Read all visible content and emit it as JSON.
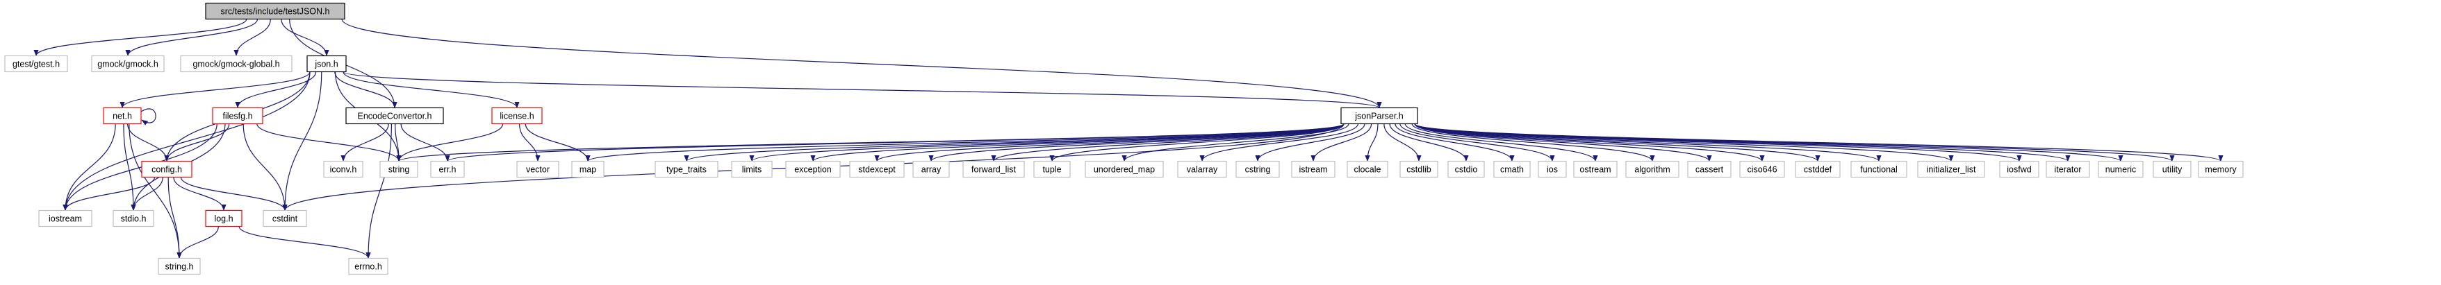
{
  "graph": {
    "root": "src/tests/include/testJSON.h",
    "colors": {
      "edge": "#191970",
      "root_fill": "#bfbfbf",
      "linked_border": "#000000",
      "unlinked_border": "#bfbfbf",
      "incomplete_border": "#ff0000",
      "fill": "#ffffff"
    },
    "nodes": [
      {
        "id": "root",
        "label": "src/tests/include/testJSON.h",
        "kind": "root"
      },
      {
        "id": "gtest",
        "label": "gtest/gtest.h",
        "kind": "external"
      },
      {
        "id": "gmock",
        "label": "gmock/gmock.h",
        "kind": "external"
      },
      {
        "id": "gmockglobal",
        "label": "gmock/gmock-global.h",
        "kind": "external"
      },
      {
        "id": "json",
        "label": "json.h",
        "kind": "linked"
      },
      {
        "id": "jsonparser",
        "label": "jsonParser.h",
        "kind": "linked"
      },
      {
        "id": "net",
        "label": "net.h",
        "kind": "incomplete"
      },
      {
        "id": "filesfg",
        "label": "filesfg.h",
        "kind": "incomplete"
      },
      {
        "id": "encode",
        "label": "EncodeConvertor.h",
        "kind": "linked"
      },
      {
        "id": "license",
        "label": "license.h",
        "kind": "incomplete"
      },
      {
        "id": "config",
        "label": "config.h",
        "kind": "incomplete"
      },
      {
        "id": "log",
        "label": "log.h",
        "kind": "incomplete"
      },
      {
        "id": "iostream",
        "label": "iostream",
        "kind": "external"
      },
      {
        "id": "stdio",
        "label": "stdio.h",
        "kind": "external"
      },
      {
        "id": "cstdint",
        "label": "cstdint",
        "kind": "external"
      },
      {
        "id": "stringh",
        "label": "string.h",
        "kind": "external"
      },
      {
        "id": "errno",
        "label": "errno.h",
        "kind": "external"
      },
      {
        "id": "iconv",
        "label": "iconv.h",
        "kind": "external"
      },
      {
        "id": "string",
        "label": "string",
        "kind": "external"
      },
      {
        "id": "err",
        "label": "err.h",
        "kind": "external"
      },
      {
        "id": "vector",
        "label": "vector",
        "kind": "external"
      },
      {
        "id": "map",
        "label": "map",
        "kind": "external"
      },
      {
        "id": "type_traits",
        "label": "type_traits",
        "kind": "external"
      },
      {
        "id": "limits",
        "label": "limits",
        "kind": "external"
      },
      {
        "id": "exception",
        "label": "exception",
        "kind": "external"
      },
      {
        "id": "stdexcept",
        "label": "stdexcept",
        "kind": "external"
      },
      {
        "id": "array",
        "label": "array",
        "kind": "external"
      },
      {
        "id": "forward_list",
        "label": "forward_list",
        "kind": "external"
      },
      {
        "id": "tuple",
        "label": "tuple",
        "kind": "external"
      },
      {
        "id": "unordered_map",
        "label": "unordered_map",
        "kind": "external"
      },
      {
        "id": "valarray",
        "label": "valarray",
        "kind": "external"
      },
      {
        "id": "cstring",
        "label": "cstring",
        "kind": "external"
      },
      {
        "id": "istream",
        "label": "istream",
        "kind": "external"
      },
      {
        "id": "clocale",
        "label": "clocale",
        "kind": "external"
      },
      {
        "id": "cstdlib",
        "label": "cstdlib",
        "kind": "external"
      },
      {
        "id": "cstdio",
        "label": "cstdio",
        "kind": "external"
      },
      {
        "id": "cmath",
        "label": "cmath",
        "kind": "external"
      },
      {
        "id": "ios",
        "label": "ios",
        "kind": "external"
      },
      {
        "id": "ostream",
        "label": "ostream",
        "kind": "external"
      },
      {
        "id": "algorithm",
        "label": "algorithm",
        "kind": "external"
      },
      {
        "id": "cassert",
        "label": "cassert",
        "kind": "external"
      },
      {
        "id": "ciso646",
        "label": "ciso646",
        "kind": "external"
      },
      {
        "id": "cstddef",
        "label": "cstddef",
        "kind": "external"
      },
      {
        "id": "functional",
        "label": "functional",
        "kind": "external"
      },
      {
        "id": "initializer_list",
        "label": "initializer_list",
        "kind": "external"
      },
      {
        "id": "iosfwd",
        "label": "iosfwd",
        "kind": "external"
      },
      {
        "id": "iterator",
        "label": "iterator",
        "kind": "external"
      },
      {
        "id": "numeric",
        "label": "numeric",
        "kind": "external"
      },
      {
        "id": "utility",
        "label": "utility",
        "kind": "external"
      },
      {
        "id": "memory",
        "label": "memory",
        "kind": "external"
      }
    ],
    "edges": [
      [
        "root",
        "gtest"
      ],
      [
        "root",
        "gmock"
      ],
      [
        "root",
        "gmockglobal"
      ],
      [
        "root",
        "json"
      ],
      [
        "root",
        "encode"
      ],
      [
        "root",
        "jsonparser"
      ],
      [
        "json",
        "net"
      ],
      [
        "json",
        "filesfg"
      ],
      [
        "json",
        "config"
      ],
      [
        "json",
        "encode"
      ],
      [
        "json",
        "license"
      ],
      [
        "json",
        "jsonparser"
      ],
      [
        "json",
        "string"
      ],
      [
        "json",
        "cstdint"
      ],
      [
        "json",
        "iostream"
      ],
      [
        "net",
        "net"
      ],
      [
        "net",
        "config"
      ],
      [
        "net",
        "iostream"
      ],
      [
        "net",
        "stdio"
      ],
      [
        "net",
        "stringh"
      ],
      [
        "filesfg",
        "config"
      ],
      [
        "filesfg",
        "iostream"
      ],
      [
        "filesfg",
        "stdio"
      ],
      [
        "filesfg",
        "string"
      ],
      [
        "filesfg",
        "cstdint"
      ],
      [
        "config",
        "iostream"
      ],
      [
        "config",
        "stdio"
      ],
      [
        "config",
        "log"
      ],
      [
        "config",
        "stringh"
      ],
      [
        "config",
        "cstdint"
      ],
      [
        "log",
        "stringh"
      ],
      [
        "log",
        "errno"
      ],
      [
        "encode",
        "iconv"
      ],
      [
        "encode",
        "string"
      ],
      [
        "encode",
        "err"
      ],
      [
        "encode",
        "errno"
      ],
      [
        "license",
        "string"
      ],
      [
        "license",
        "vector"
      ],
      [
        "license",
        "map"
      ],
      [
        "jsonparser",
        "string"
      ],
      [
        "jsonparser",
        "err"
      ],
      [
        "jsonparser",
        "map"
      ],
      [
        "jsonparser",
        "cstdint"
      ],
      [
        "jsonparser",
        "type_traits"
      ],
      [
        "jsonparser",
        "limits"
      ],
      [
        "jsonparser",
        "exception"
      ],
      [
        "jsonparser",
        "stdexcept"
      ],
      [
        "jsonparser",
        "array"
      ],
      [
        "jsonparser",
        "forward_list"
      ],
      [
        "jsonparser",
        "tuple"
      ],
      [
        "jsonparser",
        "unordered_map"
      ],
      [
        "jsonparser",
        "valarray"
      ],
      [
        "jsonparser",
        "cstring"
      ],
      [
        "jsonparser",
        "istream"
      ],
      [
        "jsonparser",
        "clocale"
      ],
      [
        "jsonparser",
        "cstdlib"
      ],
      [
        "jsonparser",
        "cstdio"
      ],
      [
        "jsonparser",
        "cmath"
      ],
      [
        "jsonparser",
        "ios"
      ],
      [
        "jsonparser",
        "ostream"
      ],
      [
        "jsonparser",
        "algorithm"
      ],
      [
        "jsonparser",
        "cassert"
      ],
      [
        "jsonparser",
        "ciso646"
      ],
      [
        "jsonparser",
        "cstddef"
      ],
      [
        "jsonparser",
        "functional"
      ],
      [
        "jsonparser",
        "initializer_list"
      ],
      [
        "jsonparser",
        "iosfwd"
      ],
      [
        "jsonparser",
        "iterator"
      ],
      [
        "jsonparser",
        "numeric"
      ],
      [
        "jsonparser",
        "utility"
      ],
      [
        "jsonparser",
        "memory"
      ]
    ]
  }
}
